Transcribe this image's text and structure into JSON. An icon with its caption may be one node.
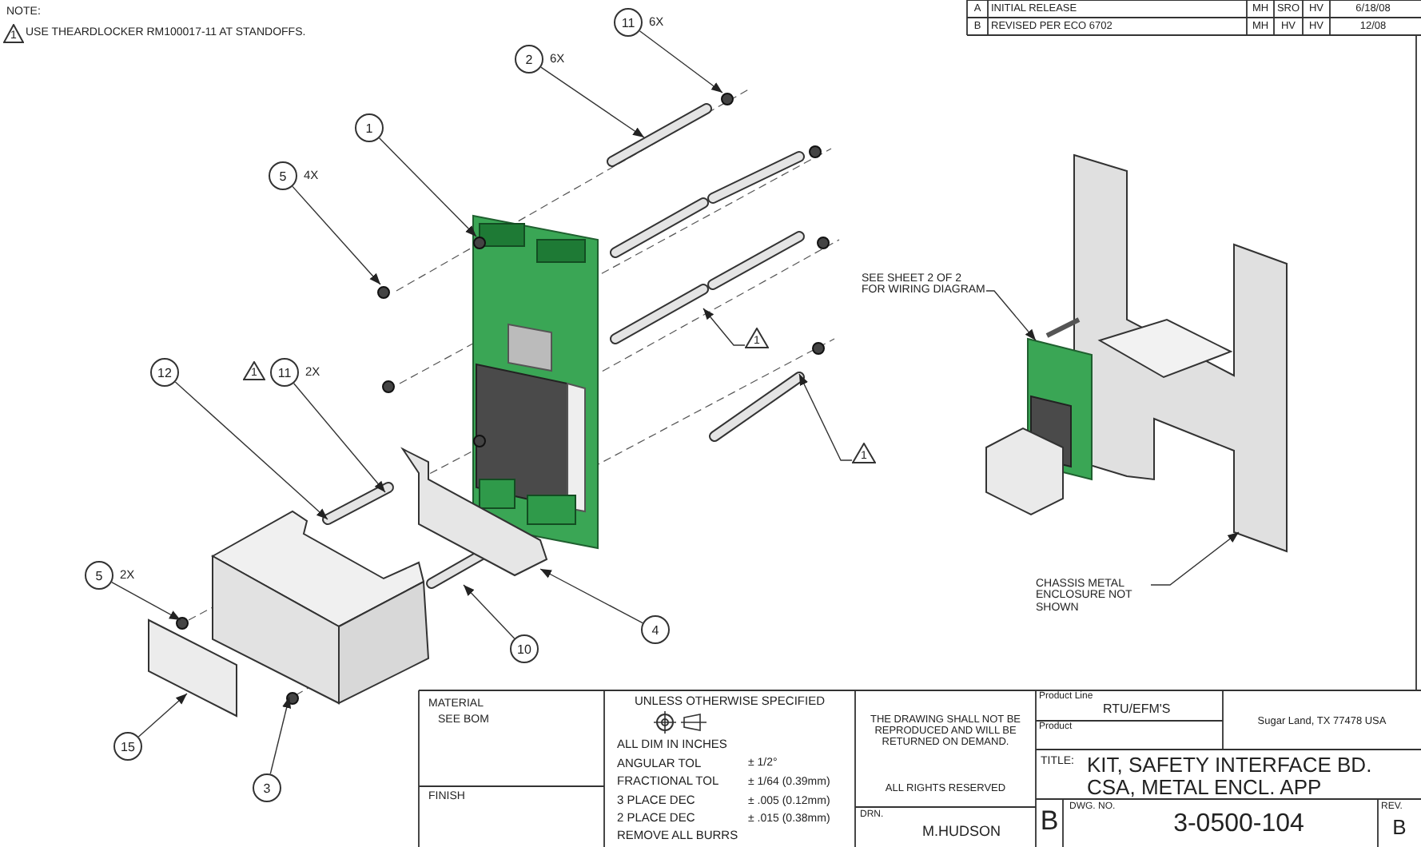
{
  "diagram": {
    "nodes": [
      {
        "text": [
          "1"
        ]
      },
      {
        "text": [
          "11"
        ],
        "beside": [
          "6X"
        ]
      },
      {
        "text": [
          "2"
        ],
        "beside": [
          "6X"
        ]
      },
      {
        "text": [
          "1"
        ]
      },
      {
        "text": [
          "5"
        ],
        "beside": [
          "4X"
        ]
      },
      {
        "text": [
          "SEE SHEET 2 OF 2 FOR WIRING DIAGRAM"
        ]
      },
      {
        "text": [
          "1"
        ]
      },
      {
        "text": [
          "1"
        ]
      },
      {
        "text": [
          "11"
        ],
        "beside": [
          "2X"
        ]
      },
      {
        "text": [
          "12"
        ]
      },
      {
        "text": [
          "1"
        ]
      },
      {
        "text": [
          "CHASSIS METAL ENCLOSURE NOT SHOWN"
        ]
      },
      {
        "text": [
          "5"
        ],
        "beside": [
          "2X"
        ]
      },
      {
        "text": [
          "4"
        ]
      },
      {
        "text": [
          "10"
        ]
      },
      {
        "text": [
          "15"
        ]
      },
      {
        "text": [
          "3"
        ]
      },
      {
        "text": [],
        "shape": "picture"
      },
      {
        "text": [],
        "shape": "picture"
      }
    ],
    "edges": [
      {
        "from": 1,
        "to": null,
        "arrow": "to"
      },
      {
        "from": 2,
        "to": null,
        "arrow": "to"
      },
      {
        "from": 3,
        "to": null,
        "arrow": "to"
      },
      {
        "from": 4,
        "to": null,
        "arrow": "to"
      },
      {
        "from": 5,
        "to": 17,
        "arrow": "to"
      },
      {
        "from": 6,
        "to": null,
        "arrow": "to"
      },
      {
        "from": 8,
        "to": null,
        "arrow": "to"
      },
      {
        "from": 9,
        "to": null,
        "arrow": "to"
      },
      {
        "from": 10,
        "to": null,
        "arrow": "to"
      },
      {
        "from": 11,
        "to": 18,
        "arrow": "to"
      },
      {
        "from": 12,
        "to": null,
        "arrow": "to"
      },
      {
        "from": 13,
        "to": null,
        "arrow": "to"
      },
      {
        "from": 14,
        "to": null,
        "arrow": "to"
      },
      {
        "from": 15,
        "to": null,
        "arrow": "to"
      },
      {
        "from": 16,
        "to": null,
        "arrow": "to"
      }
    ],
    "labels": [
      "NOTE:",
      "USE THEARDLOCKER RM100017-11 AT STANDOFFS.",
      "A",
      "INITIAL RELEASE",
      "MH",
      "SRO",
      "HV",
      "6/18/08",
      "B",
      "REVISED PER ECO 6702",
      "MH",
      "HV",
      "HV",
      "12/08",
      "MATERIAL",
      "SEE BOM",
      "FINISH",
      "UNLESS OTHERWISE SPECIFIED",
      "ALL DIM IN INCHES",
      "ANGULAR TOL",
      "± 1/2°",
      "FRACTIONAL TOL",
      "± 1/64 (0.39mm)",
      "3 PLACE DEC",
      "± .005 (0.12mm)",
      "2 PLACE DEC",
      "± .015 (0.38mm)",
      "REMOVE ALL BURRS",
      "THE DRAWING SHALL NOT BE REPRODUCED AND WILL BE RETURNED ON DEMAND.",
      "ALL RIGHTS RESERVED",
      "DRN.",
      "M.HUDSON",
      "Product Line",
      "RTU/EFM'S",
      "Product",
      "Sugar Land, TX 77478 USA",
      "TITLE:",
      "KIT, SAFETY INTERFACE BD. CSA, METAL ENCL. APP",
      "B",
      "DWG. NO.",
      "3-0500-104",
      "REV.",
      "B"
    ]
  }
}
